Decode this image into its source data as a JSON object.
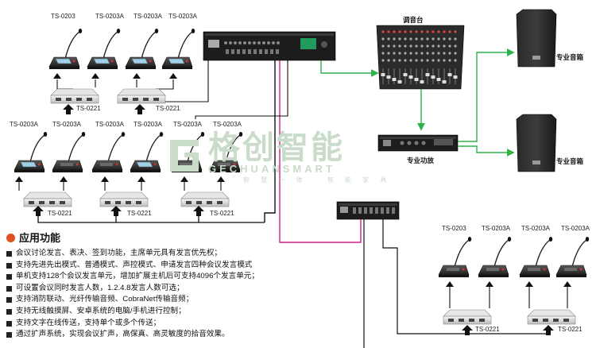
{
  "labels": {
    "mixer": "调音台",
    "speaker": "专业音箱",
    "amplifier": "专业功放",
    "delegate": "TS-0203A",
    "chairman": "TS-0203",
    "splitter": "TS-0221"
  },
  "watermark": {
    "cn": "格创智能",
    "en": "GECHUANSMART",
    "sub": "智 慧 一 体 · 智 能 家 具"
  },
  "features": {
    "title": "应用功能",
    "items": [
      "会议讨论发言、表决、签到功能，主席单元具有发言优先权；",
      "支持先进先出模式、普通模式、声控模式、申请发言四种会议发言模式",
      "单机支持128个会议发言单元，增加扩展主机后可支持4096个发言单元；",
      "可设置会议同时发言人数，1.2.4.8发言人数可选；",
      "支持消防联动、光纤传输音频、CobraNet传输音频；",
      "支持无线触摸屏、安卓系统的电脑/手机进行控制；",
      "支持文字在线传送，支持单个或多个传送；",
      "通过扩声系统，实现会议扩声，高保真、高灵敏度的拾音效果。"
    ]
  },
  "colors": {
    "bullet": "#e05020",
    "line_green": "#2db34a",
    "line_magenta": "#d0208a",
    "line_black": "#111111",
    "watermark": "#c9dcc9"
  }
}
